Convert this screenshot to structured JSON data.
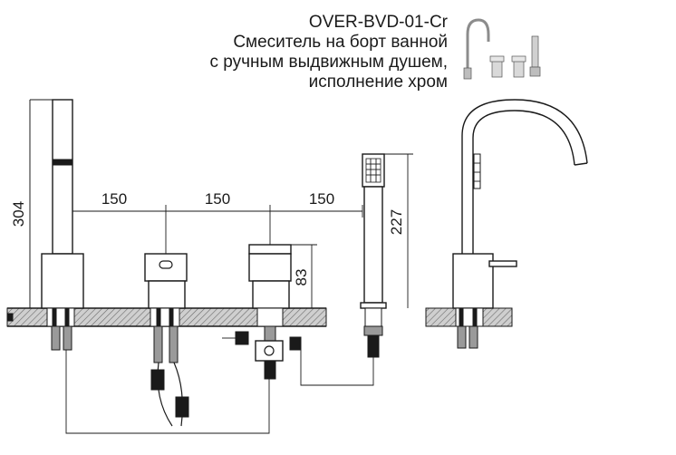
{
  "title": {
    "model": "OVER-BVD-01-Cr",
    "line1": "Смеситель на борт ванной",
    "line2": "с ручным выдвижным душем,",
    "line3": "исполнение хром"
  },
  "dimensions": {
    "height_spout": "304",
    "spacing_1": "150",
    "spacing_2": "150",
    "spacing_3": "150",
    "height_shower": "227",
    "height_handle": "83"
  }
}
